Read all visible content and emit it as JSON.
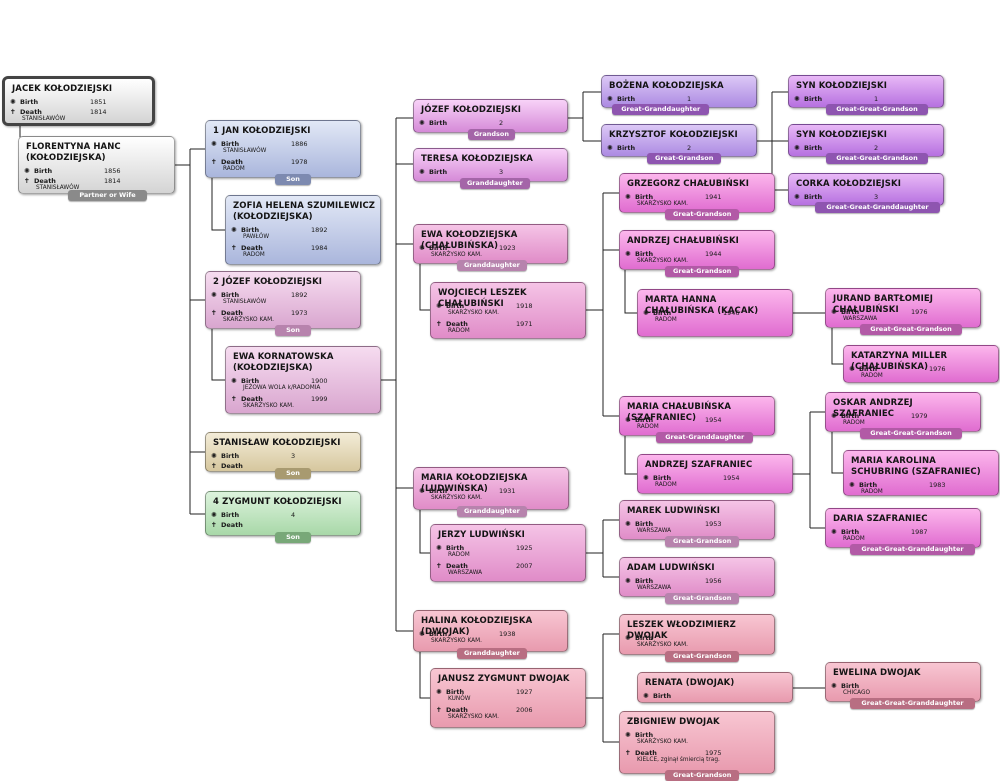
{
  "colors": {
    "line": "#222222",
    "root": [
      "#ffffff",
      "#d4d4d4"
    ],
    "blue": [
      "#e2e8f6",
      "#aab6dc"
    ],
    "pink": [
      "#f6dcf0",
      "#d9a6cf"
    ],
    "tan": [
      "#f3ecd8",
      "#d6c79e"
    ],
    "green": [
      "#ddf3dd",
      "#a8d8a8"
    ],
    "violet": [
      "#f8d2f8",
      "#d58ad8"
    ],
    "rose": [
      "#f5c4e6",
      "#e08cc8"
    ],
    "magenta": [
      "#fcb6ec",
      "#e06cd0"
    ],
    "salmon": [
      "#f8c6d2",
      "#e89aae"
    ],
    "lavender": [
      "#dcc8f6",
      "#ac8ae2"
    ],
    "purple": [
      "#e8b8f6",
      "#b670e0"
    ],
    "tagGray": "#8a8a8a",
    "tagBlue": "#7d8ab0",
    "tagPink": "#b783ad",
    "tagTan": "#a89a70",
    "tagGreen": "#78a878",
    "tagViolet": "#a465a8",
    "tagMagenta": "#b25aa6",
    "tagSalmon": "#b86e82",
    "tagPurple": "#8e55b0"
  },
  "people": {
    "jacek": {
      "name": "JACEK KOŁODZIEJSKI",
      "birth_year": "1851",
      "death_year": "1814",
      "death_place": "STANISŁAWÓW"
    },
    "florentyna": {
      "name": "FLORENTYNA HANC (KOŁODZIEJSKA)",
      "birth_year": "1856",
      "death_year": "1814",
      "death_place": "STANISŁAWÓW",
      "tag": "Partner or Wife"
    },
    "jan": {
      "name": "1 JAN KOŁODZIEJSKI",
      "birth_year": "1886",
      "birth_place": "STANISŁAWÓW",
      "death_year": "1978",
      "death_place": "RADOM",
      "tag": "Son"
    },
    "zofia": {
      "name": "ZOFIA HELENA SZUMILEWICZ (KOŁODZIEJSKA)",
      "birth_year": "1892",
      "birth_place": "PAWŁÓW",
      "death_year": "1984",
      "death_place": "RADOM"
    },
    "jozef2": {
      "name": "2 JÓZEF KOŁODZIEJSKI",
      "birth_year": "1892",
      "birth_place": "STANISŁAWÓW",
      "death_year": "1973",
      "death_place": "SKARŻYSKO KAM.",
      "tag": "Son"
    },
    "ewaK": {
      "name": "EWA KORNATOWSKA (KOŁODZIEJSKA)",
      "birth_year": "1900",
      "birth_place": "JEŻOWA WOLA k/RADOMIA",
      "death_year": "1999",
      "death_place": "SKARŻYSKO KAM."
    },
    "stanislaw": {
      "name": "STANISŁAW KOŁODZIEJSKI",
      "birth_year": "3",
      "tag": "Son"
    },
    "zygmunt": {
      "name": "4 ZYGMUNT KOŁODZIEJSKI",
      "birth_year": "4",
      "tag": "Son"
    },
    "jozefG": {
      "name": "JÓZEF KOŁODZIEJSKI",
      "birth_year": "2",
      "tag": "Grandson"
    },
    "teresa": {
      "name": "TERESA KOŁODZIEJSKA",
      "birth_year": "3",
      "tag": "Granddaughter"
    },
    "ewaC": {
      "name": "EWA KOŁODZIEJSKA (CHAŁUBIŃSKA)",
      "birth_year": "1923",
      "birth_place": "SKARŻYSKO KAM.",
      "tag": "Granddaughter"
    },
    "wojciech": {
      "name": "WOJCIECH LESZEK CHAŁUBIŃSKI",
      "birth_year": "1918",
      "birth_place": "SKARŻYSKO KAM.",
      "death_year": "1971",
      "death_place": "RADOM"
    },
    "mariaL": {
      "name": "MARIA KOŁODZIEJSKA (LUDWIŃSKA)",
      "birth_year": "1931",
      "birth_place": "SKARŻYSKO KAM.",
      "tag": "Granddaughter"
    },
    "jerzy": {
      "name": "JERZY LUDWIŃSKI",
      "birth_year": "1925",
      "birth_place": "RADOM",
      "death_year": "2007",
      "death_place": "WARSZAWA"
    },
    "halina": {
      "name": "HALINA KOŁODZIEJSKA (DWOJAK)",
      "birth_year": "1938",
      "birth_place": "SKARŻYSKO KAM.",
      "tag": "Granddaughter"
    },
    "janusz": {
      "name": "JANUSZ ZYGMUNT DWOJAK",
      "birth_year": "1927",
      "birth_place": "KUNÓW",
      "death_year": "2006",
      "death_place": "SKARŻYSKO KAM."
    },
    "bozena": {
      "name": "BOŻENA KOŁODZIEJSKA",
      "birth_year": "1",
      "tag": "Great-Granddaughter"
    },
    "krzysztof": {
      "name": "KRZYSZTOF KOŁODZIEJSKI",
      "birth_year": "2",
      "tag": "Great-Grandson"
    },
    "grzegorz": {
      "name": "GRZEGORZ CHAŁUBIŃSKI",
      "birth_year": "1941",
      "birth_place": "SKARŻYSKO KAM.",
      "tag": "Great-Grandson"
    },
    "andrzejC": {
      "name": "ANDRZEJ CHAŁUBIŃSKI",
      "birth_year": "1944",
      "birth_place": "SKARŻYSKO KAM.",
      "tag": "Great-Grandson"
    },
    "marta": {
      "name": "MARTA HANNA CHAŁUBIŃSKA (KACAK)",
      "birth_year": "1946",
      "birth_place": "RADOM"
    },
    "mariaS": {
      "name": "MARIA CHAŁUBIŃSKA (SZAFRANIEC)",
      "birth_year": "1954",
      "birth_place": "RADOM",
      "tag": "Great-Granddaughter"
    },
    "andrzejS": {
      "name": "ANDRZEJ SZAFRANIEC",
      "birth_year": "1954",
      "birth_place": "RADOM"
    },
    "marek": {
      "name": "MAREK LUDWIŃSKI",
      "birth_year": "1953",
      "birth_place": "WARSZAWA",
      "tag": "Great-Grandson"
    },
    "adam": {
      "name": "ADAM LUDWIŃSKI",
      "birth_year": "1956",
      "birth_place": "WARSZAWA",
      "tag": "Great-Grandson"
    },
    "leszek": {
      "name": "LESZEK WŁODZIMIERZ DWOJAK",
      "birth_place": "SKARŻYSKO KAM.",
      "tag": "Great-Grandson"
    },
    "renata": {
      "name": "RENATA (DWOJAK)"
    },
    "zbigniew": {
      "name": "ZBIGNIEW DWOJAK",
      "birth_place": "SKARŻYSKO KAM.",
      "death_year": "1975",
      "death_place": "KIELCE, zginął śmiercią trag.",
      "tag": "Great-Grandson"
    },
    "syn1": {
      "name": "SYN KOŁODZIEJSKI",
      "birth_year": "1",
      "tag": "Great-Great-Grandson"
    },
    "syn2": {
      "name": "SYN KOŁODZIEJSKI",
      "birth_year": "2",
      "tag": "Great-Great-Grandson"
    },
    "corka": {
      "name": "CORKA KOŁODZIEJSKI",
      "birth_year": "3",
      "tag": "Great-Great-Granddaughter"
    },
    "jurand": {
      "name": "JURAND BARTŁOMIEJ CHAŁUBIŃSKI",
      "birth_year": "1976",
      "birth_place": "WARSZAWA",
      "tag": "Great-Great-Grandson"
    },
    "katarzyna": {
      "name": "KATARZYNA MILLER (CHAŁUBIŃSKA)",
      "birth_year": "1976",
      "birth_place": "RADOM"
    },
    "oskar": {
      "name": "OSKAR ANDRZEJ SZAFRANIEC",
      "birth_year": "1979",
      "birth_place": "RADOM",
      "tag": "Great-Great-Grandson"
    },
    "mariaK": {
      "name": "MARIA KAROLINA SCHUBRING (SZAFRANIEC)",
      "birth_year": "1983",
      "birth_place": "RADOM"
    },
    "daria": {
      "name": "DARIA SZAFRANIEC",
      "birth_year": "1987",
      "birth_place": "RADOM",
      "tag": "Great-Great-Granddaughter"
    },
    "ewelina": {
      "name": "EWELINA DWOJAK",
      "birth_place": "CHICAGO",
      "tag": "Great-Great-Granddaughter"
    }
  },
  "labels": {
    "birth": "Birth",
    "death": "Death"
  }
}
